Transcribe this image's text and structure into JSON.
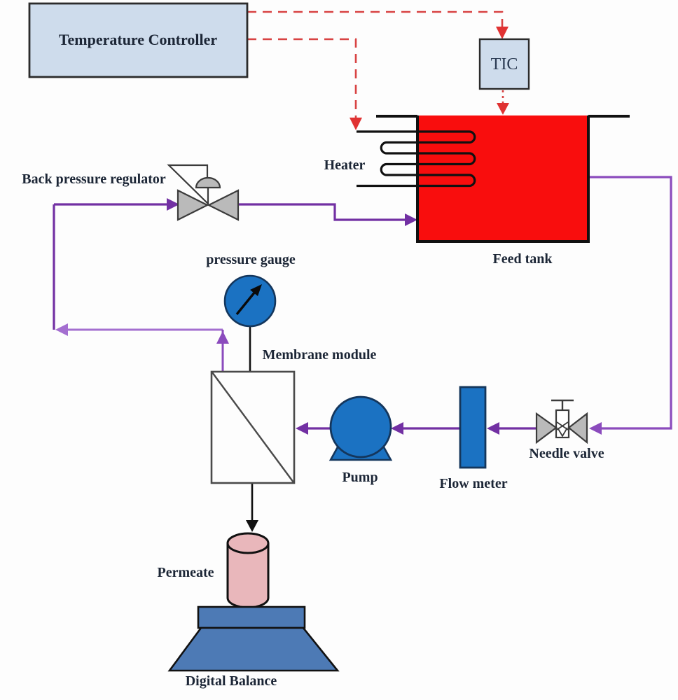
{
  "title": "Membrane filtration experimental setup diagram",
  "labels": {
    "temperature_controller": "Temperature Controller",
    "tic": "TIC",
    "heater": "Heater",
    "back_pressure_regulator": "Back pressure regulator",
    "pressure_gauge": "pressure gauge",
    "membrane_module": "Membrane module",
    "feed_tank": "Feed tank",
    "pump": "Pump",
    "flow_meter": "Flow meter",
    "needle_valve": "Needle valve",
    "permeate": "Permeate",
    "digital_balance": "Digital Balance"
  },
  "colors": {
    "background": "#fdfdfd",
    "box_fill": "#cedcec",
    "box_border": "#2b2b2b",
    "tank_red": "#f90d0d",
    "equip_blue": "#1b72c2",
    "equip_blue_border": "#14365c",
    "valve_gray": "#bababa",
    "valve_border": "#3b3b3b",
    "pipe_purple": "#7230a3",
    "pipe_purple_mid": "#8b4bbd",
    "pipe_purple_light": "#a46fd0",
    "signal_red": "#d84343",
    "arrow_red": "#e03232",
    "permeate_pink": "#e9b7bb",
    "balance_blue": "#4d7ab5",
    "module_fill": "#fdfdfd",
    "line_black": "#111111",
    "label_text": "#1c2636"
  }
}
